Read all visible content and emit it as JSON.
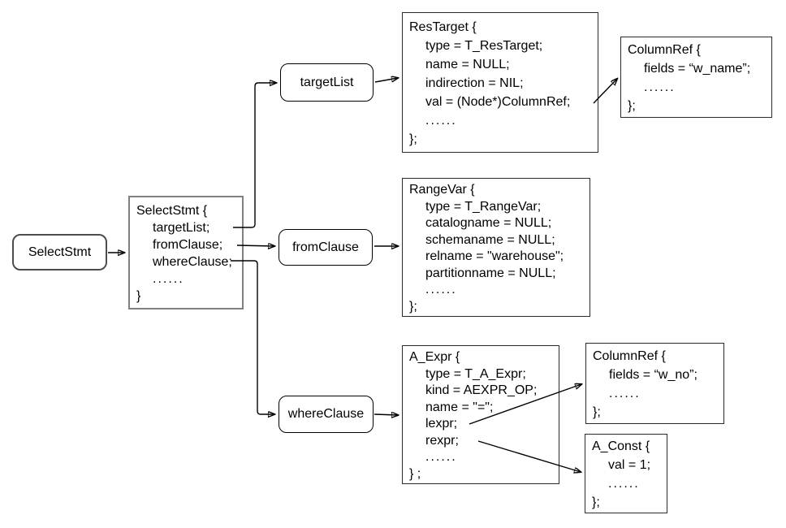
{
  "colors": {
    "struct_border_gray": "#808080",
    "node_border_dark": "#4d4d4d",
    "line_black": "#000000"
  },
  "nodes": {
    "root": {
      "label": "SelectStmt"
    },
    "target_list": {
      "label": "targetList"
    },
    "from_clause": {
      "label": "fromClause"
    },
    "where_clause": {
      "label": "whereClause"
    }
  },
  "structs": {
    "select_stmt": {
      "title": "SelectStmt {",
      "fields": [
        "targetList;",
        "fromClause;",
        "whereClause;",
        "......"
      ],
      "close": "}"
    },
    "res_target": {
      "title": "ResTarget {",
      "fields": [
        "type = T_ResTarget;",
        "name = NULL;",
        "indirection = NIL;",
        "val = (Node*)ColumnRef;",
        "......"
      ],
      "close": "};"
    },
    "column_ref_name": {
      "title": "ColumnRef {",
      "fields": [
        "fields = “w_name”;",
        "......"
      ],
      "close": "};"
    },
    "range_var": {
      "title": "RangeVar {",
      "fields": [
        "type = T_RangeVar;",
        "catalogname = NULL;",
        "schemaname = NULL;",
        "relname = \"warehouse\";",
        "partitionname = NULL;",
        "......"
      ],
      "close": "};"
    },
    "a_expr": {
      "title": "A_Expr {",
      "fields": [
        "type = T_A_Expr;",
        "kind = AEXPR_OP;",
        "name = \"=\";",
        "lexpr;",
        "rexpr;",
        "......"
      ],
      "close": "} ;"
    },
    "column_ref_no": {
      "title": "ColumnRef {",
      "fields": [
        "fields = “w_no”;",
        "......"
      ],
      "close": "};"
    },
    "a_const": {
      "title": "A_Const {",
      "fields": [
        "val = 1;",
        "......"
      ],
      "close": "};"
    }
  }
}
